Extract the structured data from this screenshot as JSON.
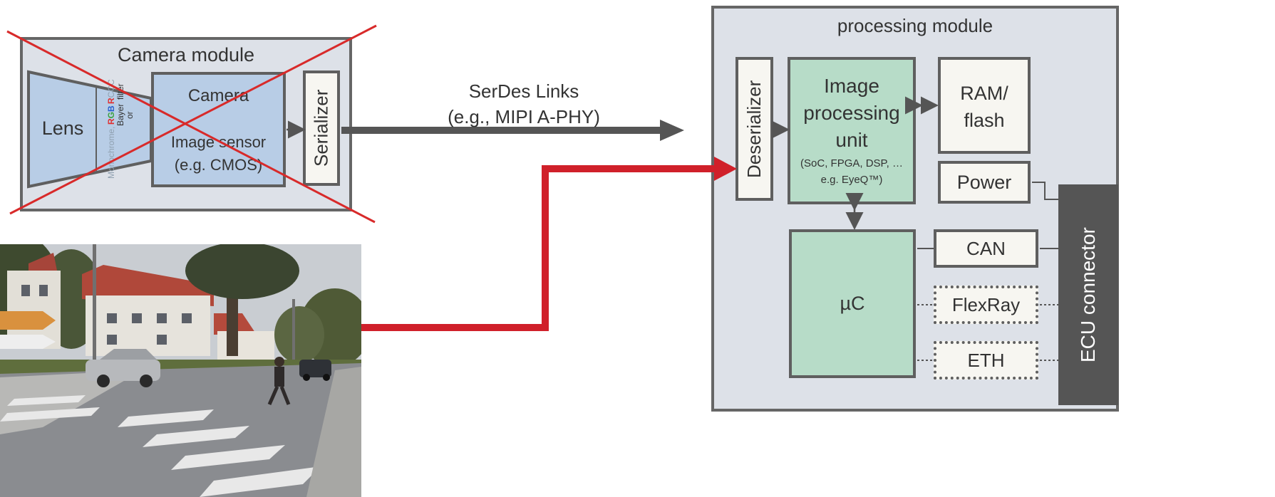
{
  "camera_module": {
    "title": "Camera module",
    "lens_label": "Lens",
    "filter_line1": "Monochrome,",
    "filter_rgb_r": "R",
    "filter_rgb_g": "G",
    "filter_rgb_b": "B",
    "filter_bayer": " Bayer or",
    "filter_rccc_r": "R",
    "filter_rccc_c": "CCC",
    "filter_suffix": " filter",
    "camera_label": "Camera",
    "sensor_line1": "Image sensor",
    "sensor_line2": "(e.g. CMOS)",
    "serializer_label": "Serializer"
  },
  "link": {
    "line1": "SerDes Links",
    "line2": "(e.g., MIPI A-PHY)"
  },
  "processing_module": {
    "title": "processing module",
    "deserializer_label": "Deserializer",
    "ipu_line1": "Image",
    "ipu_line2": "processing",
    "ipu_line3": "unit",
    "ipu_sub1": "(SoC, FPGA, DSP, …",
    "ipu_sub2": "e.g. EyeQ™)",
    "ram_line1": "RAM/",
    "ram_line2": "flash",
    "power_label": "Power",
    "uc_label": "µC",
    "can_label": "CAN",
    "flexray_label": "FlexRay",
    "eth_label": "ETH",
    "ecu_label": "ECU connector"
  },
  "colors": {
    "arrow_dark": "#555555",
    "arrow_red": "#d0202a",
    "cross_red": "#d82a2a",
    "filter_red": "#e03030",
    "filter_green": "#3aa040",
    "filter_blue": "#2a60d0",
    "filter_gray": "#8fa0b0"
  }
}
